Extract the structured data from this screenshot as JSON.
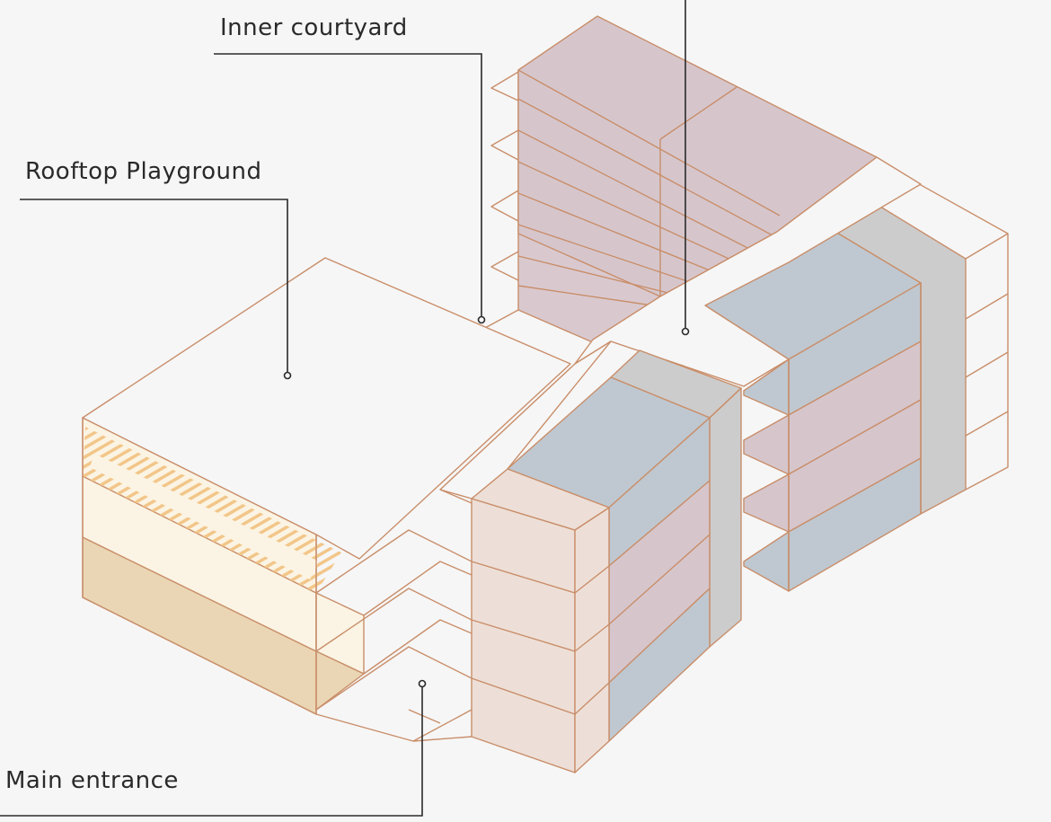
{
  "callouts": {
    "inner_courtyard": "Inner courtyard",
    "rooftop_playground": "Rooftop Playground",
    "main_entrance": "Main entrance"
  },
  "colors": {
    "background": "#f6f6f6",
    "outline": "#c98e6a",
    "leader_line": "#2a2a2a",
    "pink_block": "#d6c6cc",
    "pink_side": "#d9c9cf",
    "blue_block": "#bfc8d0",
    "grey_block": "#cccccc",
    "peach_block": "#eddfd7",
    "cream_block": "#fbf4e4",
    "tan_block": "#ead6b4",
    "hatch": "#f2c689"
  }
}
